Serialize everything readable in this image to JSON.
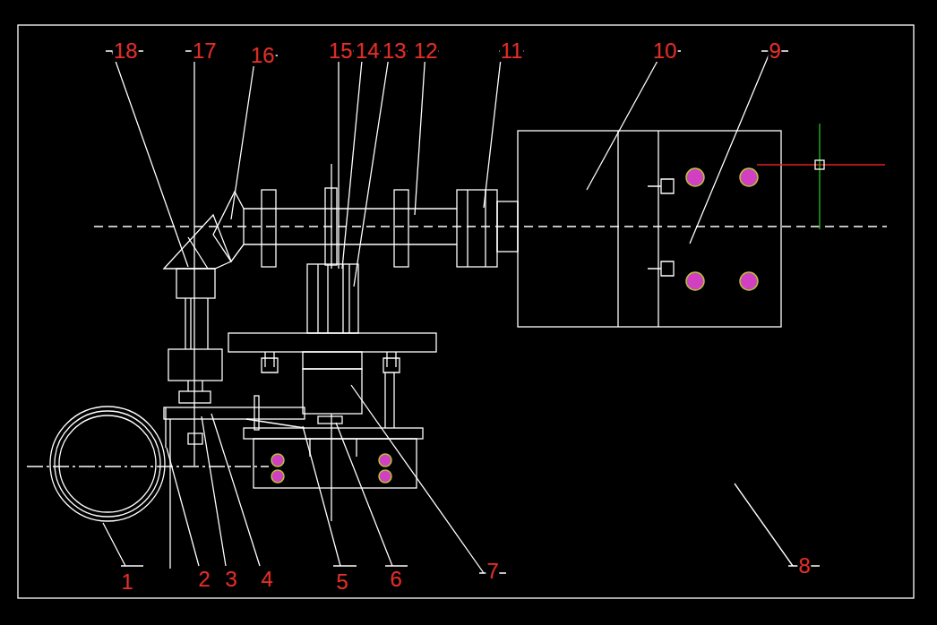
{
  "diagram": {
    "labels": [
      "18",
      "17",
      "16",
      "15",
      "14",
      "13",
      "12",
      "11",
      "10",
      "9",
      "1",
      "2",
      "3",
      "4",
      "5",
      "6",
      "7",
      "8"
    ]
  }
}
